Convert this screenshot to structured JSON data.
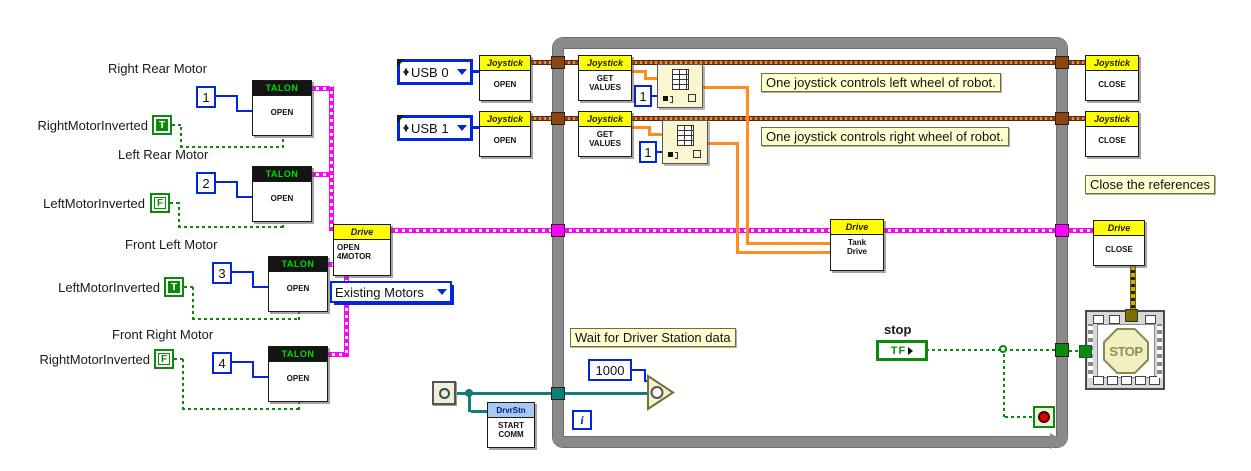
{
  "diagram": {
    "motors": [
      {
        "name": "Right Rear Motor",
        "channel": "1",
        "inverted_name": "RightMotorInverted",
        "inverted_value": "T"
      },
      {
        "name": "Left Rear Motor",
        "channel": "2",
        "inverted_name": "LeftMotorInverted",
        "inverted_value": "F"
      },
      {
        "name": "Front Left Motor",
        "channel": "3",
        "inverted_name": "LeftMotorInverted",
        "inverted_value": "T"
      },
      {
        "name": "Front Right Motor",
        "channel": "4",
        "inverted_name": "RightMotorInverted",
        "inverted_value": "F"
      }
    ],
    "talon_block": {
      "header": "TALON",
      "body": "OPEN"
    },
    "drive_open_block": {
      "header": "Drive",
      "body_line1": "OPEN",
      "body_line2": "4MOTOR"
    },
    "motor_ring": {
      "value": "Existing Motors"
    },
    "usb_rings": [
      {
        "value": "USB 0"
      },
      {
        "value": "USB 1"
      }
    ],
    "joystick_open_block": {
      "header": "Joystick",
      "body": "OPEN"
    },
    "joystick_get_block": {
      "header": "Joystick",
      "body_line1": "GET",
      "body_line2": "VALUES"
    },
    "joystick_close_block": {
      "header": "Joystick",
      "body": "CLOSE"
    },
    "index_constants": [
      "1",
      "1"
    ],
    "tank_drive_block": {
      "header": "Drive",
      "body_line1": "Tank",
      "body_line2": "Drive"
    },
    "drive_close_block": {
      "header": "Drive",
      "body": "CLOSE"
    },
    "driver_station_block": {
      "header": "DrvrStn",
      "body_line1": "START",
      "body_line2": "COMM"
    },
    "wait_constant": "1000",
    "stop_control": {
      "label": "stop",
      "glyph": "TF"
    },
    "iteration_terminal": "i",
    "stop_vi_text": "STOP",
    "comments": {
      "left_wheel": "One joystick controls left wheel of robot.",
      "right_wheel": "One joystick controls right wheel of robot.",
      "close_references": "Close the references",
      "wait_driver_station": "Wait for Driver Station data"
    },
    "colors": {
      "vi_header_yellow": "#ffff00",
      "talon_header_green": "#00dd00",
      "refnum_pink": "#ff00ff",
      "device_refnum_brown": "#8c4510",
      "numeric_blue": "#0026e0",
      "boolean_green": "#0c8a0c",
      "array_orange": "#ff8c1e",
      "occurrence_teal": "#0e7f78",
      "error_olive": "#c2b400",
      "loop_border_gray": "#8a8a8a",
      "comment_bg": "#ffffd0",
      "stop_red": "#e00000"
    }
  }
}
